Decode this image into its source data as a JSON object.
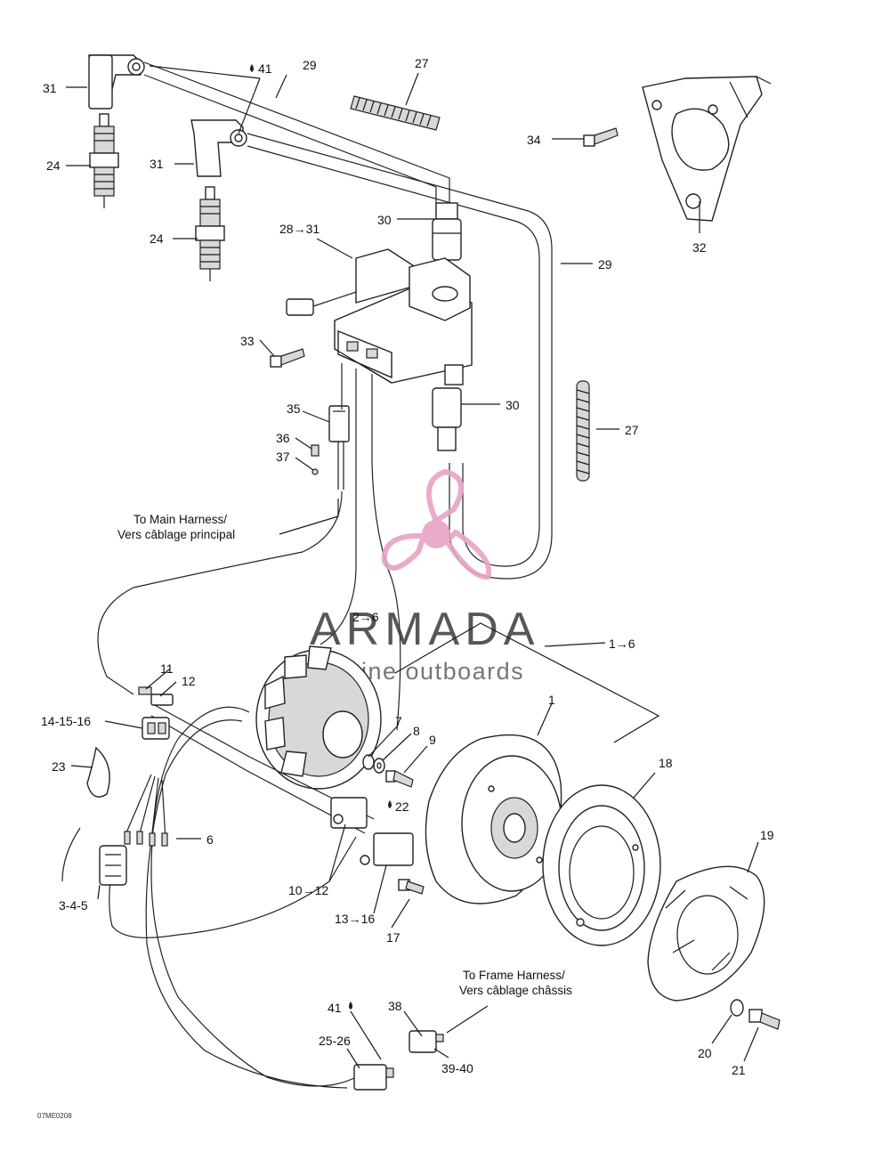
{
  "labels": {
    "l31a": "31",
    "l31b": "31",
    "l24a": "24",
    "l24b": "24",
    "l41a": "41",
    "l29a": "29",
    "l27a": "27",
    "l34": "34",
    "l32": "32",
    "l30a": "30",
    "l29b": "29",
    "l28": "28→31",
    "l33": "33",
    "l30b": "30",
    "l27b": "27",
    "l35": "35",
    "l36": "36",
    "l37": "37",
    "l26": "2→6",
    "l16": "1→6",
    "l1": "1",
    "l11": "11",
    "l12": "12",
    "l141516": "14-15-16",
    "l7": "7",
    "l8": "8",
    "l9": "9",
    "l22": "22",
    "l23": "23",
    "l6": "6",
    "l18": "18",
    "l19": "19",
    "l345": "3-4-5",
    "l1012": "10→12",
    "l1316": "13→16",
    "l17": "17",
    "l41b": "41",
    "l38": "38",
    "l2526": "25-26",
    "l3940": "39-40",
    "l20": "20",
    "l21": "21"
  },
  "notes": {
    "main_harness_en": "To Main Harness/",
    "main_harness_fr": "Vers câblage principal",
    "frame_harness_en": "To Frame Harness/",
    "frame_harness_fr": "Vers câblage châssis"
  },
  "watermark": {
    "name": "ARMADA",
    "tagline": "marine outboards",
    "logo_color": "#e7a3c4"
  },
  "figure_code": "07ME0208"
}
